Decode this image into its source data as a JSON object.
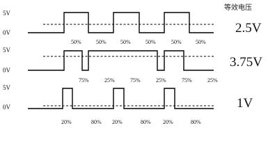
{
  "header": {
    "label": "等效电压"
  },
  "rows": [
    {
      "name": "row-50",
      "high_label": "5V",
      "low_label": "0V",
      "equivalent": "2.5V",
      "duty": 0.5,
      "pct_labels": [
        "50%",
        "50%",
        "50%",
        "50%",
        "50%",
        "50%"
      ]
    },
    {
      "name": "row-75",
      "high_label": "5V",
      "low_label": "0V",
      "equivalent": "3.75V",
      "duty": 0.75,
      "pct_labels": [
        "75%",
        "25%",
        "75%",
        "25%",
        "75%",
        "25%"
      ]
    },
    {
      "name": "row-20",
      "high_label": "5V",
      "low_label": "0V",
      "equivalent": "1V",
      "duty": 0.2,
      "pct_labels": [
        "20%",
        "80%",
        "20%",
        "80%",
        "20%",
        "80%"
      ]
    }
  ]
}
